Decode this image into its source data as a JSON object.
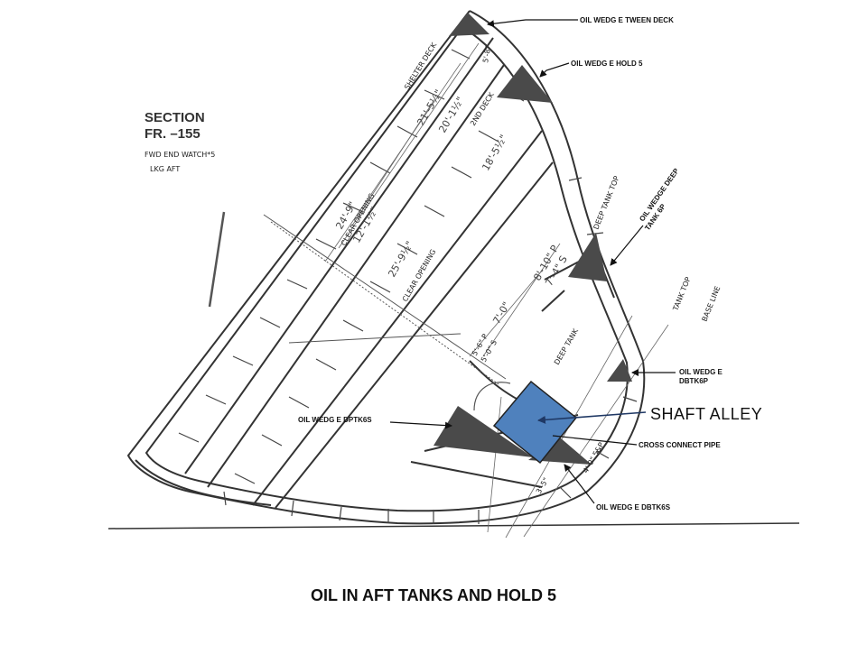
{
  "section": {
    "title": "SECTION",
    "frame": "FR. –155",
    "fwd_note": "FWD END WATCH*5",
    "lkg_note": "LKG AFT"
  },
  "drawing_labels": {
    "shelter_deck": "SHELTER DECK",
    "second_deck": "2ND DECK",
    "deep_tank_top": "DEEP TANK TOP",
    "deep_tank": "DEEP TANK",
    "tank_top": "TANK TOP",
    "base_line": "BASE LINE",
    "clear_opening_1": "CLEAR OPENING",
    "clear_opening_2": "CLEAR OPENING",
    "dim_1": "21'-5½\"",
    "dim_2": "20'-1½\"",
    "dim_3": "18'-5½\"",
    "dim_4": "24'-9\"",
    "dim_5": "12'-1½\"",
    "dim_6": "25'-9½\"",
    "dim_7": "8'-10\" P",
    "dim_8": "7'-4\" S",
    "dim_9": "7'-0\"",
    "dim_10": "5'-6\" P",
    "dim_11": "5'-0\" S",
    "dim_12": "5'-8\"",
    "dim_13": "4'-0\" 5&P",
    "dim_14": "3'-5\""
  },
  "callouts": {
    "tween_deck": "OIL WEDG E TWEEN DECK",
    "hold5": "OIL WEDG E HOLD 5",
    "deep_tank_6p_line1": "OIL WEDGE DEEP",
    "deep_tank_6p_line2": "TANK 6P",
    "dbtk6p_line1": "OIL WEDG E",
    "dbtk6p_line2": "DBTK6P",
    "dptk6s": "OIL WEDG E DPTK6S",
    "cross_connect": "CROSS CONNECT PIPE",
    "dbtk6s": "OIL WEDG E DBTK6S"
  },
  "shaft_alley": "SHAFT ALLEY",
  "caption": "OIL IN AFT TANKS AND HOLD 5",
  "colors": {
    "shaft_fill": "#4f81bd",
    "wedge_fill": "#4a4a4a",
    "arrow_blue": "#1f3864"
  }
}
